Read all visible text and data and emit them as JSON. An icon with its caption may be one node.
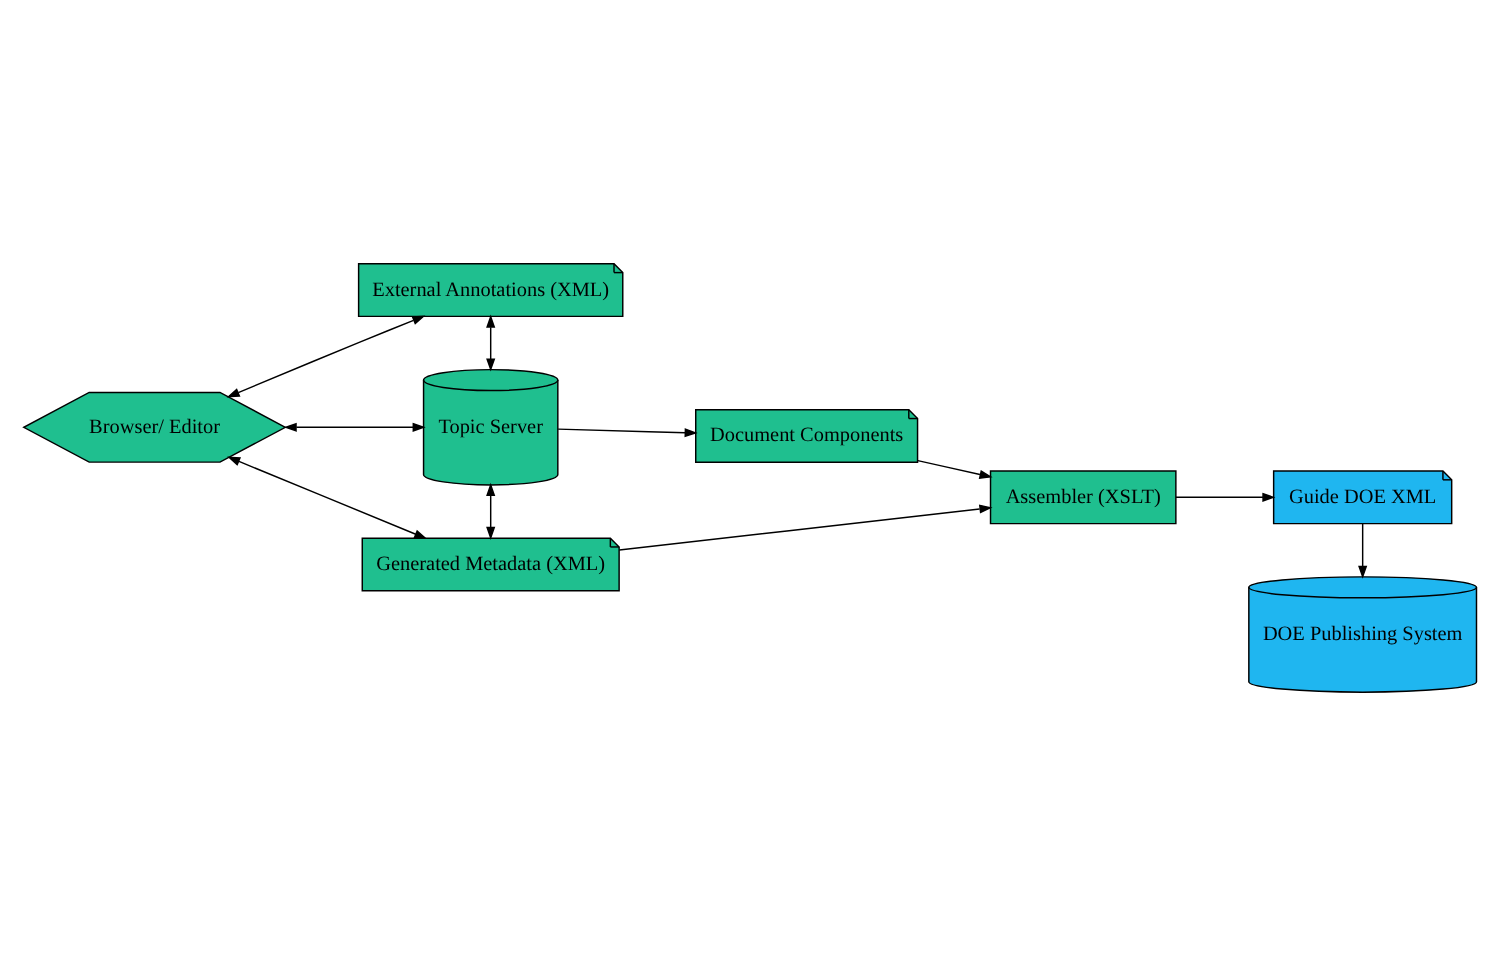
{
  "diagram": {
    "nodes": [
      {
        "text": [
          "Browser/ Editor"
        ]
      },
      {
        "text": [
          "External Annotations (XML)"
        ]
      },
      {
        "text": [
          "Topic Server"
        ]
      },
      {
        "text": [
          "Generated Metadata (XML)"
        ]
      },
      {
        "text": [
          "Document Components"
        ]
      },
      {
        "text": [
          "Assembler (XSLT)"
        ]
      },
      {
        "text": [
          "DOE Publishing System"
        ]
      },
      {
        "text": [
          "Guide DOE XML"
        ]
      }
    ],
    "edges": [
      {
        "from": 0,
        "to": 1,
        "arrow": "both"
      },
      {
        "from": 0,
        "to": 2,
        "arrow": "both"
      },
      {
        "from": 0,
        "to": 3,
        "arrow": "both"
      },
      {
        "from": 1,
        "to": 2,
        "arrow": "both"
      },
      {
        "from": 2,
        "to": 3,
        "arrow": "both"
      },
      {
        "from": 2,
        "to": 4,
        "arrow": "to"
      },
      {
        "from": 4,
        "to": 5,
        "arrow": "to"
      },
      {
        "from": 3,
        "to": 5,
        "arrow": "to"
      },
      {
        "from": 5,
        "to": 7,
        "arrow": "to"
      },
      {
        "from": 7,
        "to": 6,
        "arrow": "to"
      }
    ]
  }
}
